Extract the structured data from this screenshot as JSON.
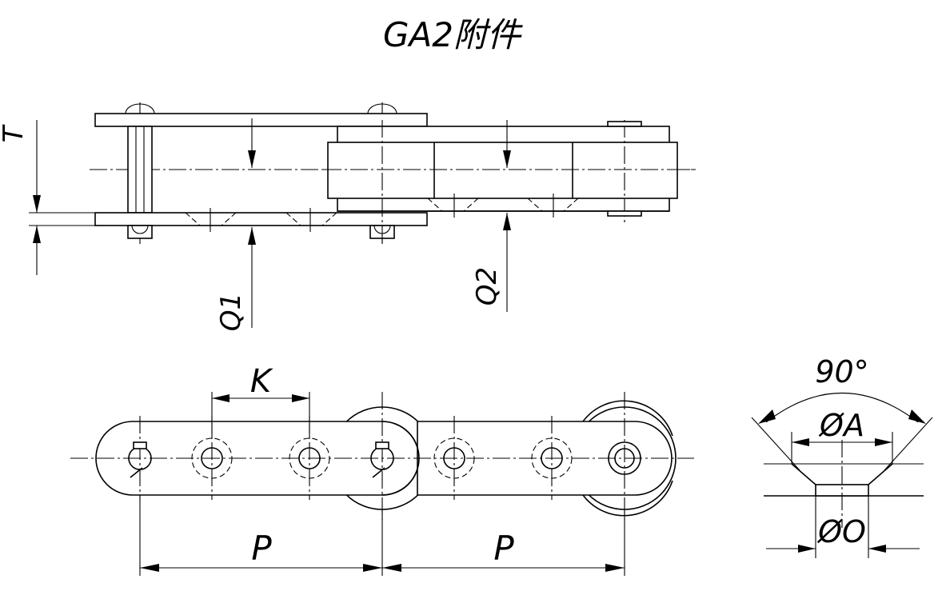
{
  "title": "GA2附件",
  "labels": {
    "t": "T",
    "q1": "Q1",
    "q2": "Q2",
    "k": "K",
    "p1": "P",
    "p2": "P",
    "angle": "90°",
    "dia_a": "ØA",
    "dia_o": "ØO"
  }
}
